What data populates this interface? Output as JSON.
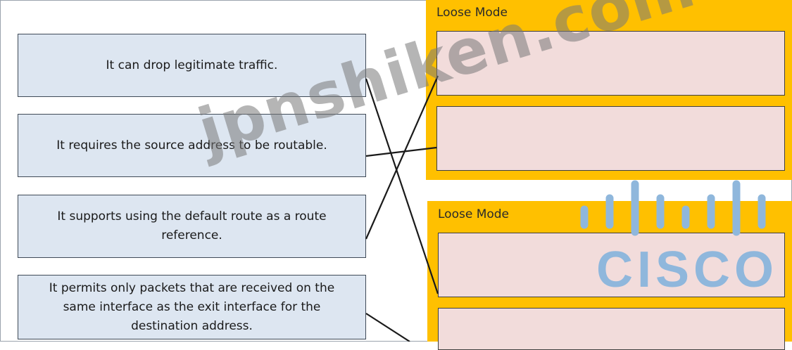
{
  "statements": [
    "It can drop legitimate traffic.",
    "It requires the source address to be routable.",
    "It supports using the default route as a route reference.",
    "It permits only packets that are received on the same interface as the exit interface for the destination address."
  ],
  "panels": [
    {
      "title": "Loose Mode"
    },
    {
      "title": "Loose Mode"
    }
  ],
  "watermark": "jpnshiken.com",
  "logo": {
    "text": "CISCO",
    "color": "#8fb7dc"
  }
}
